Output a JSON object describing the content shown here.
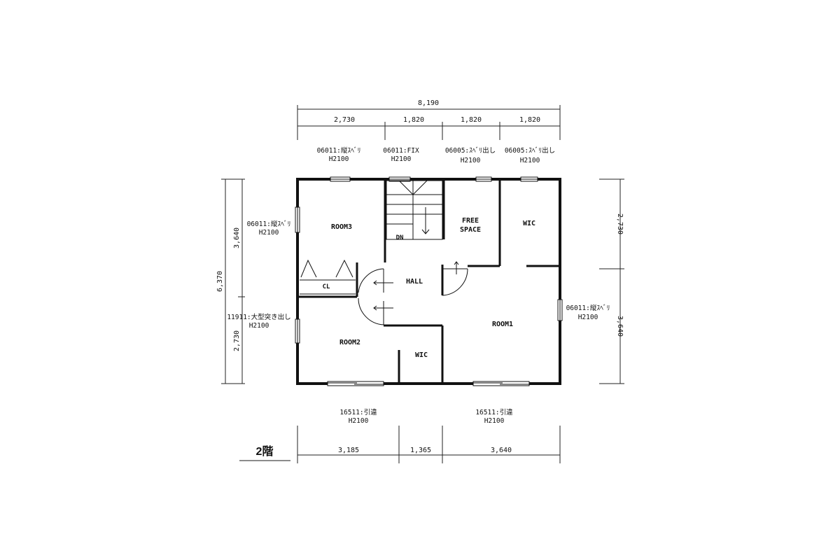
{
  "floor_label": "2階",
  "dimensions": {
    "top_total": "8,190",
    "top_segments": [
      "2,730",
      "1,820",
      "1,820",
      "1,820"
    ],
    "left_total": "6,370",
    "left_segments": [
      "3,640",
      "2,730"
    ],
    "right_segments": [
      "2,730",
      "3,640"
    ],
    "bottom_segments": [
      "3,185",
      "1,365",
      "3,640"
    ]
  },
  "windows": {
    "top1": [
      "06011:縦ｽﾍﾞﾘ",
      "H2100"
    ],
    "top2": [
      "06011:FIX",
      "H2100"
    ],
    "top3": [
      "06005:ｽﾍﾞﾘ出し",
      "H2100"
    ],
    "top4": [
      "06005:ｽﾍﾞﾘ出し",
      "H2100"
    ],
    "left1": [
      "06011:縦ｽﾍﾞﾘ",
      "H2100"
    ],
    "left2": [
      "11911:大型突き出し",
      "H2100"
    ],
    "right1": [
      "06011:縦ｽﾍﾞﾘ",
      "H2100"
    ],
    "bottom1": [
      "16511:引違",
      "H2100"
    ],
    "bottom2": [
      "16511:引違",
      "H2100"
    ]
  },
  "rooms": {
    "room3": "ROOM3",
    "room2": "ROOM2",
    "room1": "ROOM1",
    "hall": "HALL",
    "free": "FREE",
    "space": "SPACE",
    "wic1": "WIC",
    "wic2": "WIC",
    "cl": "CL",
    "dn": "DN"
  }
}
